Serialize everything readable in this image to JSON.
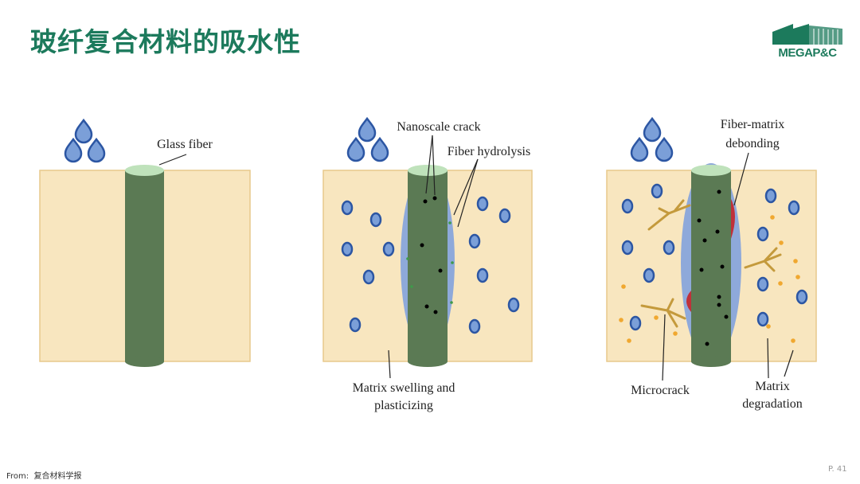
{
  "slide": {
    "title": "玻纤复合材料的吸水性",
    "logo_text": "MEGAP&C",
    "source_label": "From:",
    "source": "复合材料学报",
    "page": "P. 41"
  },
  "diagram": {
    "panel1": {
      "glass_fiber": "Glass fiber"
    },
    "panel2": {
      "nanoscale_crack": "Nanoscale crack",
      "fiber_hydrolysis": "Fiber hydrolysis",
      "matrix_swelling_1": "Matrix swelling and",
      "matrix_swelling_2": "plasticizing"
    },
    "panel3": {
      "debonding_1": "Fiber-matrix",
      "debonding_2": "debonding",
      "microcrack": "Microcrack",
      "degradation_1": "Matrix",
      "degradation_2": "degradation"
    },
    "colors": {
      "matrix": "#f8e6bf",
      "fiber": "#5b7a54",
      "fiber_top": "#bfe2bb",
      "water": "#7b9fd8",
      "water_edge": "#2c56a3",
      "halo": "#8ea9da",
      "crack": "#c49a3c",
      "debond": "#c0313a",
      "degradation": "#f0a830"
    }
  }
}
